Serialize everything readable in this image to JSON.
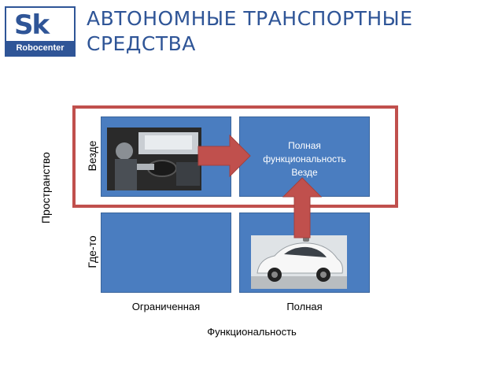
{
  "logo": {
    "mark": "Sk",
    "name": "Robocenter"
  },
  "title": {
    "line1": "АВТОНОМНЫЕ ТРАНСПОРТНЫЕ",
    "line2": "СРЕДСТВА"
  },
  "axis": {
    "y_title": "Пространство",
    "y_top": "Везде",
    "y_bottom": "Где-то",
    "x_left": "Ограниченная",
    "x_right": "Полная",
    "x_title": "Функциональность"
  },
  "cells": {
    "top_right_text": [
      "Полная",
      "функциональность",
      "Везде"
    ]
  },
  "images": {
    "top_left": "driver-in-car-photo",
    "bottom_right": "self-driving-car-photo"
  },
  "colors": {
    "cell": "#4a7dc0",
    "frame": "#c0504d",
    "arrow": "#c0504d",
    "title": "#2f5597"
  }
}
